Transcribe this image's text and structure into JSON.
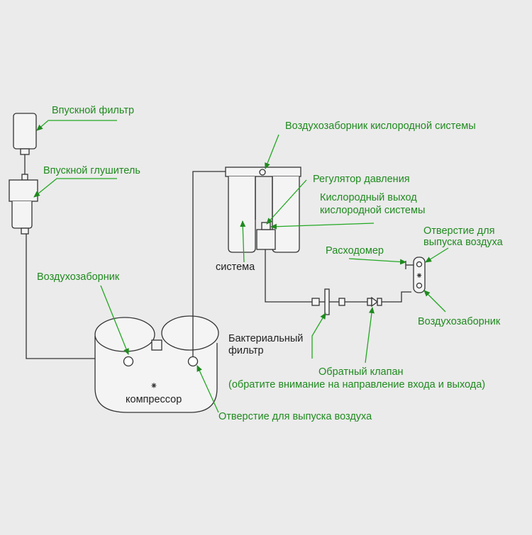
{
  "labels": {
    "intake_filter": "Впускной фильтр",
    "intake_muffler": "Впускной глушитель",
    "air_intake_left": "Воздухозаборник",
    "oxygen_system_intake": "Воздухозаборник кислородной системы",
    "pressure_regulator": "Регулятор давления",
    "oxygen_outlet_line1": "Кислородный выход",
    "oxygen_outlet_line2": "кислородной системы",
    "air_outlet_right_line1": "Отверстие для",
    "air_outlet_right_line2": "выпуска воздуха",
    "flowmeter": "Расходомер",
    "system": "система",
    "air_intake_right": "Воздухозаборник",
    "bacterial_filter_line1": "Бактериальный",
    "bacterial_filter_line2": "фильтр",
    "check_valve_line1": "Обратный клапан",
    "check_valve_line2": "(обратите внимание на направление входа и выхода)",
    "compressor": "компрессор",
    "air_outlet_bottom": "Отверстие для выпуска воздуха"
  },
  "colors": {
    "background": "#ebebeb",
    "label_green": "#1f8a1f",
    "leader_green": "#22a822",
    "line_dark": "#333333"
  }
}
